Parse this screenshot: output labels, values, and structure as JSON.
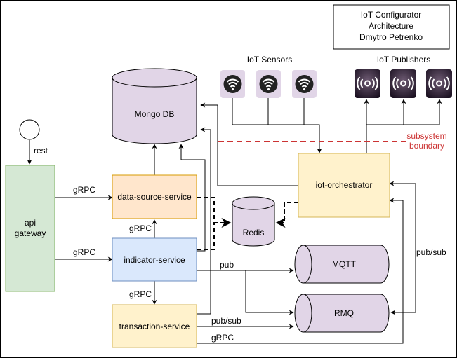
{
  "title": {
    "line1": "IoT Configurator",
    "line2": "Architecture",
    "line3": "Dmytro Petrenko"
  },
  "groups": {
    "sensors": "IoT Sensors",
    "publishers": "IoT Publishers"
  },
  "boundary": {
    "line1": "subsystem",
    "line2": "boundary"
  },
  "nodes": {
    "client": "",
    "api_gateway_line1": "api",
    "api_gateway_line2": "gateway",
    "mongo": "Mongo DB",
    "data_source": "data-source-service",
    "indicator": "indicator-service",
    "transaction": "transaction-service",
    "orchestrator": "iot-orchestrator",
    "redis": "Redis",
    "mqtt": "MQTT",
    "rmq": "RMQ"
  },
  "edge_labels": {
    "rest": "rest",
    "grpc_gw_ds": "gRPC",
    "grpc_gw_ind": "gRPC",
    "grpc_ind_ds": "gRPC",
    "grpc_ind_tx": "gRPC",
    "pub": "pub",
    "pubsub_tx": "pub/sub",
    "pubsub_orch": "pub/sub",
    "grpc_tx_orch": "gRPC"
  },
  "colors": {
    "border": "#000000",
    "api_fill": "#d5e8d4",
    "api_stroke": "#82b366",
    "mongo_fill": "#e1d5e7",
    "mongo_stroke": "#000000",
    "orange_fill": "#ffe6cc",
    "orange_stroke": "#d79b00",
    "blue_fill": "#dae8fc",
    "blue_stroke": "#6c8ebf",
    "yellow_fill": "#fff2cc",
    "yellow_stroke": "#d6b656",
    "boundary": "#cc3333",
    "sensor_bg": "#e1d5e7",
    "publisher_bg": "#2b1f2f"
  },
  "icons": {
    "sensor": "wifi-signal-icon",
    "publisher": "broadcast-icon"
  }
}
